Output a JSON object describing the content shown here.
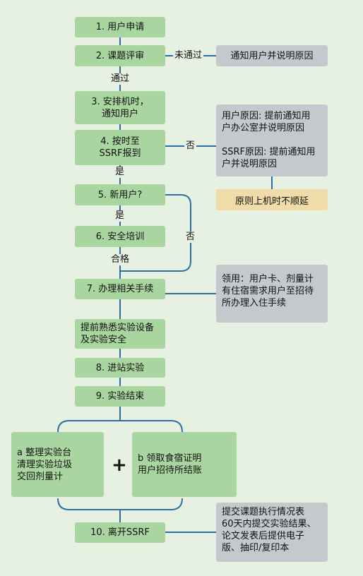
{
  "steps": {
    "s1": "1. 用户申请",
    "s2": "2. 课题评审",
    "s3": "3. 安排机时，\n通知用户",
    "s4": "4. 按时至\nSSRF报到",
    "s5": "5. 新用户?",
    "s6": "6. 安全培训",
    "s7": "7. 办理相关手续",
    "s7b": "提前熟悉实验设备\n及实验安全",
    "s8": "8. 进站实验",
    "s9": "9. 实验结束",
    "sa": "a 整理实验台\n清理实验垃圾\n交回剂量计",
    "sb": "b 领取食宿证明\n用户招待所结账",
    "s10": "10. 离开SSRF"
  },
  "notes": {
    "notify": "通知用户并说明原因",
    "reason": "用户原因: 提前通知用\n户办公室并说明原因\n\nSSRF原因: 提前通知用\n户并说明原因",
    "principle": "原则上机时不顺延",
    "receive": "领用：用户卡、剂量计\n有住宿需求用户至招待\n所办理入住手续",
    "submit": "提交课题执行情况表\n60天内提交实验结果、\n论文发表后提供电子\n版、抽印/复印本"
  },
  "labels": {
    "not_pass": "未通过",
    "pass": "通过",
    "no_4": "否",
    "yes_4": "是",
    "yes_5": "是",
    "no_5": "否",
    "qualified": "合格",
    "plus": "+"
  },
  "colors": {
    "box": "#a9d5a0",
    "gray": "#c5c9ce",
    "tan": "#f0dca8",
    "background": "#e6f1e2",
    "connector": "#2d6fa3"
  }
}
